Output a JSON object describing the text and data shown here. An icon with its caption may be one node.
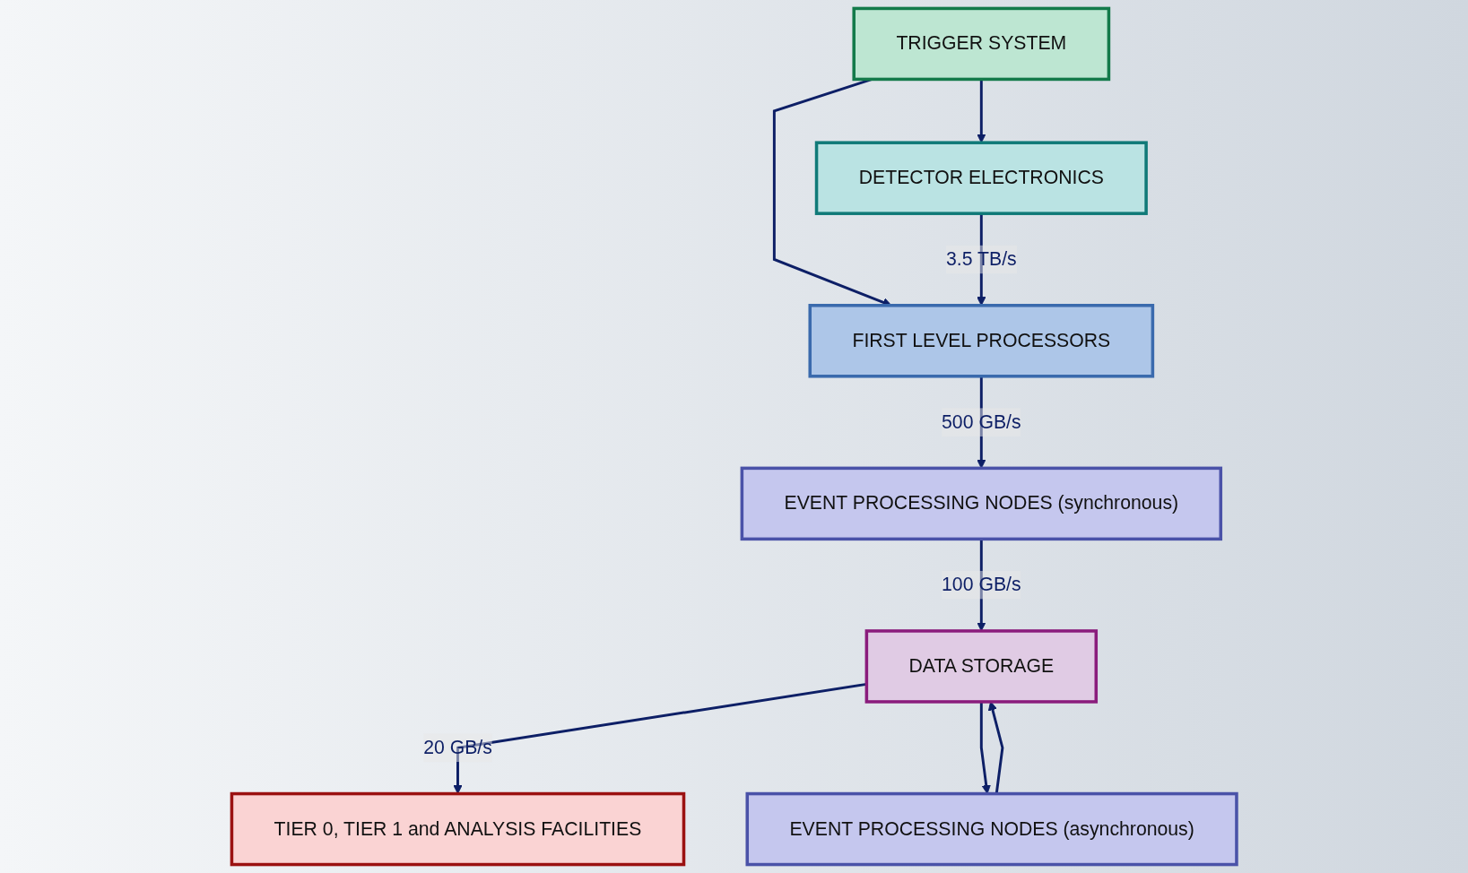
{
  "diagram": {
    "nodes": [
      {
        "text": [
          "DETECTOR ELECTRONICS"
        ]
      },
      {
        "text": [
          "TRIGGER SYSTEM"
        ]
      },
      {
        "text": [
          "FIRST LEVEL PROCESSORS"
        ]
      },
      {
        "text": [
          "EVENT PROCESSING NODES (synchronous)"
        ]
      },
      {
        "text": [
          "DATA STORAGE"
        ]
      },
      {
        "text": [
          "TIER 0, TIER 1 and ANALYSIS FACILITIES"
        ]
      },
      {
        "text": [
          "EVENT PROCESSING NODES (asynchronous)"
        ]
      }
    ],
    "edges": [
      {
        "from": 1,
        "to": 0,
        "arrow": "to"
      },
      {
        "from": 1,
        "to": 2,
        "arrow": "to"
      },
      {
        "from": 0,
        "to": 2,
        "label": "3.5 TB/s",
        "arrow": "to"
      },
      {
        "from": 2,
        "to": 3,
        "label": "500 GB/s",
        "arrow": "to"
      },
      {
        "from": 3,
        "to": 4,
        "label": "100 GB/s",
        "arrow": "to"
      },
      {
        "from": 4,
        "to": 5,
        "label": "20 GB/s",
        "arrow": "to"
      },
      {
        "from": 4,
        "to": 6,
        "arrow": "to"
      },
      {
        "from": 6,
        "to": 4,
        "arrow": "to"
      }
    ]
  }
}
